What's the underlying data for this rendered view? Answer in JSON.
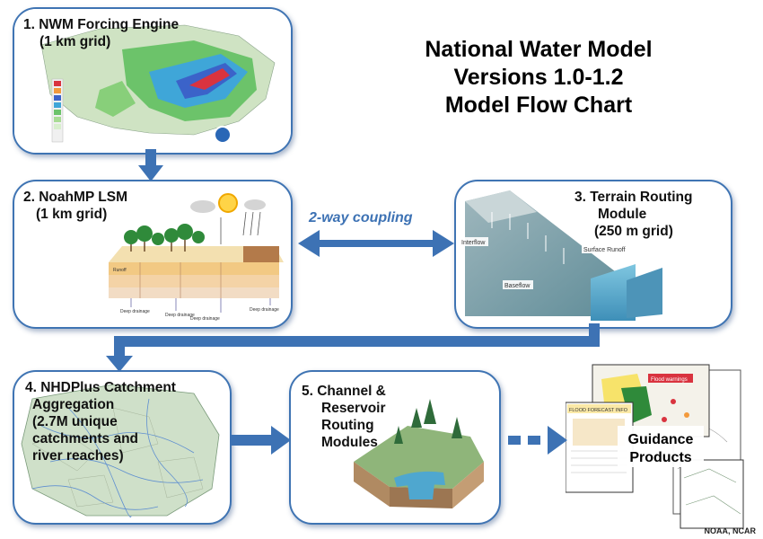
{
  "title": {
    "line1": "National Water Model",
    "line2": "Versions 1.0-1.2",
    "line3": "Model Flow Chart"
  },
  "boxes": {
    "b1": {
      "line1": "1. NWM Forcing Engine",
      "line2": "(1 km grid)"
    },
    "b2": {
      "line1": "2. NoahMP LSM",
      "line2": "(1 km grid)",
      "labels": {
        "runoff": "Runoff",
        "deep_drainage": "Deep drainage"
      }
    },
    "b3": {
      "line1": "3. Terrain Routing",
      "line2": "Module",
      "line3": "(250 m grid)",
      "labels": {
        "interflow": "Interflow",
        "surface_runoff": "Surface Runoff",
        "baseflow": "Baseflow"
      }
    },
    "b4": {
      "line1": "4. NHDPlus Catchment",
      "line2": "Aggregation",
      "line3": "(2.7M unique",
      "line4": "catchments and",
      "line5": "river reaches)"
    },
    "b5": {
      "line1": "5. Channel &",
      "line2": "Reservoir",
      "line3": "Routing",
      "line4": "Modules"
    }
  },
  "coupling_label": "2-way coupling",
  "products": {
    "line1": "Guidance",
    "line2": "Products",
    "flood_warnings": "Flood warnings",
    "flood_forecast": "FLOOD FORECAST INFO"
  },
  "credit": "NOAA, NCAR",
  "colors": {
    "box_border": "#3f74b3",
    "arrow": "#3d72b4",
    "coupling_text": "#3d72b4"
  }
}
